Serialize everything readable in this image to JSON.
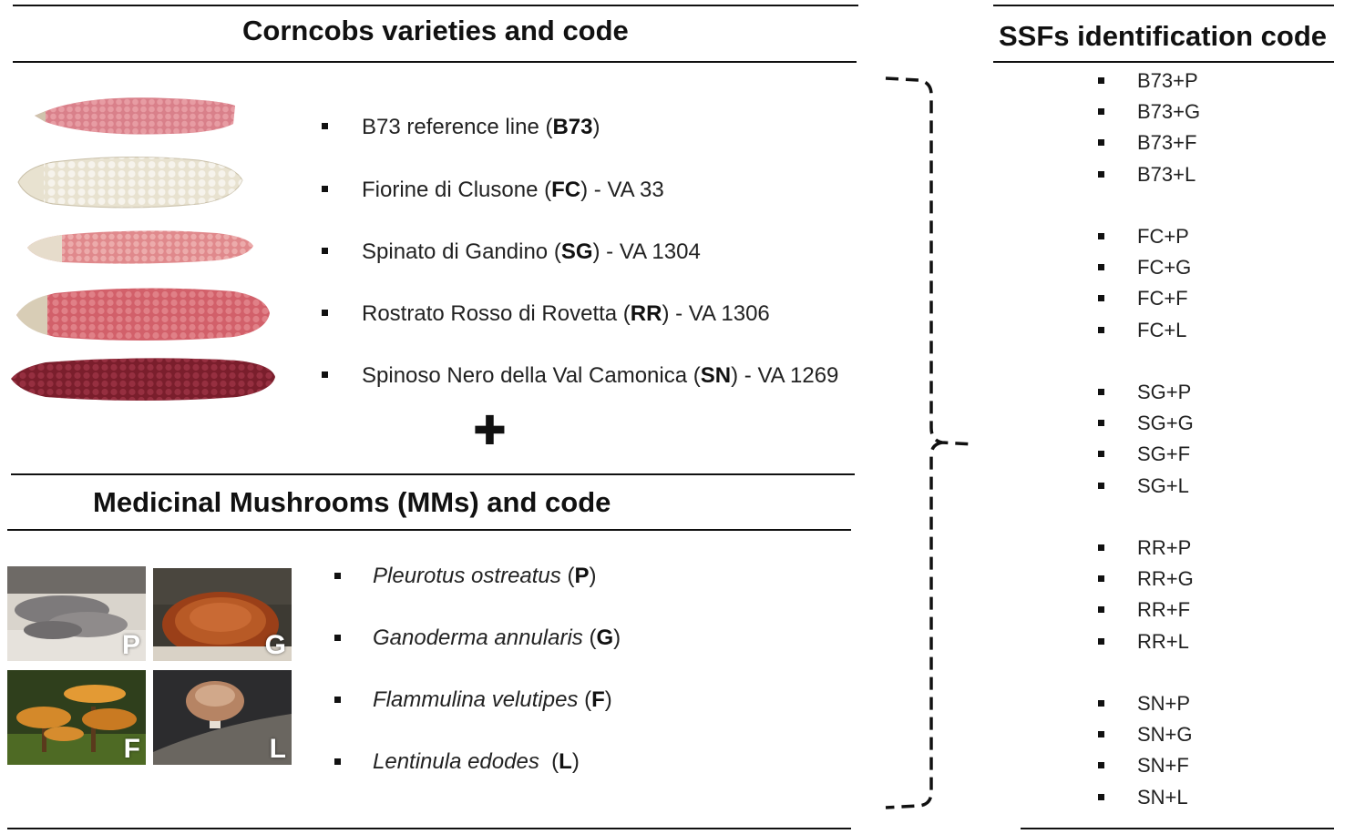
{
  "corncobs": {
    "title": "Corncobs varieties and code",
    "items": [
      {
        "name": "B73 reference line",
        "code": "B73",
        "suffix": ""
      },
      {
        "name": "Fiorine di Clusone",
        "code": "FC",
        "suffix": " - VA 33"
      },
      {
        "name": "Spinato di Gandino",
        "code": "SG",
        "suffix": " - VA 1304"
      },
      {
        "name": "Rostrato Rosso di Rovetta",
        "code": "RR",
        "suffix": " - VA 1306"
      },
      {
        "name": "Spinoso Nero della Val Camonica",
        "code": "SN",
        "suffix": " - VA 1269"
      }
    ],
    "cob_colors": [
      "#d9808a",
      "#e8e2d0",
      "#e0898c",
      "#d2606a",
      "#7a1e2c"
    ]
  },
  "plus_symbol": "✚",
  "mushrooms": {
    "title": "Medicinal Mushrooms (MMs) and code",
    "items": [
      {
        "name": "Pleurotus ostreatus",
        "code": "P"
      },
      {
        "name": "Ganoderma annularis",
        "code": "G"
      },
      {
        "name": "Flammulina velutipes",
        "code": "F"
      },
      {
        "name": "Lentinula edodes",
        "code": "L"
      }
    ],
    "photo_letters": [
      "P",
      "G",
      "F",
      "L"
    ]
  },
  "ssf": {
    "title": "SSFs identification code",
    "codes": [
      "B73+P",
      "B73+G",
      "B73+F",
      "B73+L",
      "FC+P",
      "FC+G",
      "FC+F",
      "FC+L",
      "SG+P",
      "SG+G",
      "SG+F",
      "SG+L",
      "RR+P",
      "RR+G",
      "RR+F",
      "RR+L",
      "SN+P",
      "SN+G",
      "SN+F",
      "SN+L"
    ]
  }
}
